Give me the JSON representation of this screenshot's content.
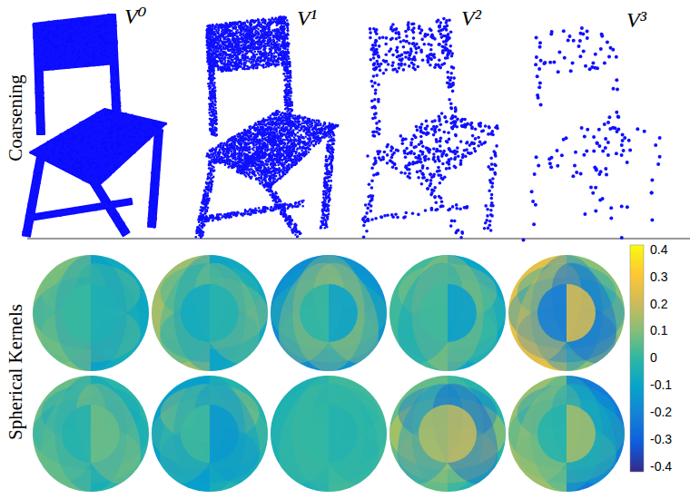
{
  "diagram": {
    "labels": [
      "V⁰",
      "V¹",
      "V²",
      "V³",
      "Coarsening",
      "Spherical Kernels",
      "0.4",
      "0.3",
      "0.2",
      "0.1",
      "0",
      "-0.1",
      "-0.2",
      "-0.3",
      "-0.4"
    ]
  }
}
